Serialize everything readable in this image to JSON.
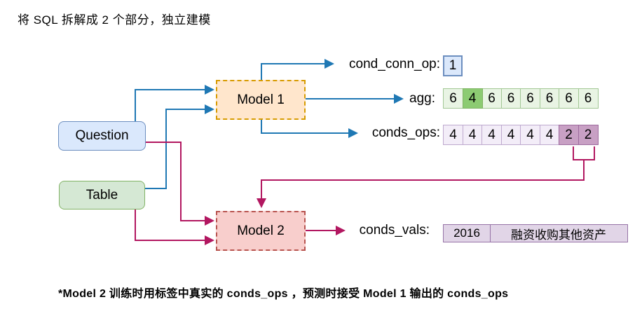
{
  "title": "将 SQL 拆解成 2 个部分，独立建模",
  "footnote": "*Model 2 训练时用标签中真实的 conds_ops ，预测时接受 Model 1 输出的 conds_ops",
  "nodes": {
    "question": {
      "label": "Question"
    },
    "table": {
      "label": "Table"
    },
    "model1": {
      "label": "Model 1"
    },
    "model2": {
      "label": "Model 2"
    }
  },
  "outputs": {
    "cond_conn_op": {
      "label": "cond_conn_op:",
      "value": "1"
    },
    "agg": {
      "label": "agg:",
      "values": [
        "6",
        "4",
        "6",
        "6",
        "6",
        "6",
        "6",
        "6"
      ],
      "highlight_indices": [
        1
      ]
    },
    "conds_ops": {
      "label": "conds_ops:",
      "values": [
        "4",
        "4",
        "4",
        "4",
        "4",
        "4",
        "2",
        "2"
      ],
      "highlight_indices": [
        6,
        7
      ]
    },
    "conds_vals": {
      "label": "conds_vals:",
      "values": [
        "2016",
        "融资收购其他资产"
      ]
    }
  },
  "colors": {
    "model1_flow": "#1f78b4",
    "model2_flow": "#b21760",
    "question_fill": "#dae8fc",
    "question_border": "#6c8ebf",
    "table_fill": "#d5e8d4",
    "table_border": "#82b366",
    "model1_fill": "#ffe6cc",
    "model1_border": "#d79b00",
    "model2_fill": "#f8cecc",
    "model2_border": "#b85450",
    "agg_cell_fill": "#e9f4e4",
    "agg_highlight_fill": "#8ccb72",
    "ops_cell_fill": "#f3edf8",
    "ops_highlight_fill": "#c8a0c4",
    "vals_fill": "#e1d5e7",
    "vals_border": "#9673a6"
  }
}
